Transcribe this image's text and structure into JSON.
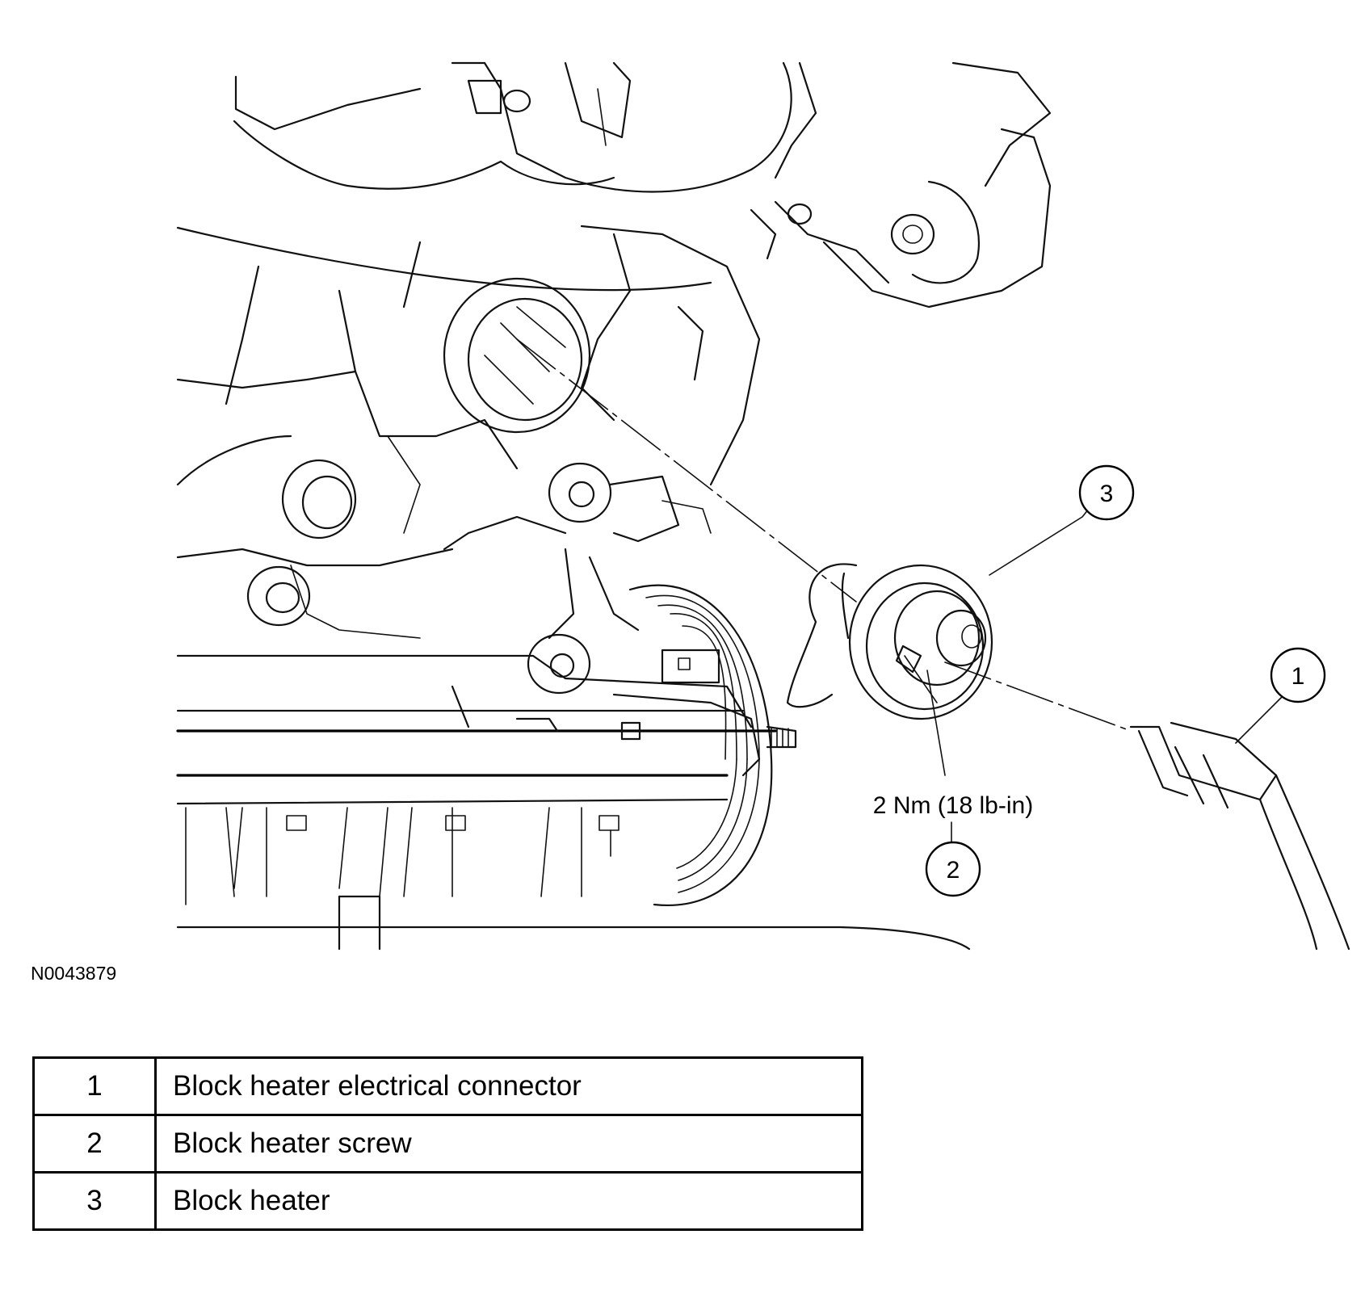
{
  "figure_id": "N0043879",
  "torque_spec": "2 Nm (18 lb-in)",
  "callouts": [
    {
      "number": "1"
    },
    {
      "number": "2"
    },
    {
      "number": "3"
    }
  ],
  "legend": [
    {
      "number": "1",
      "description": "Block heater electrical connector"
    },
    {
      "number": "2",
      "description": "Block heater screw"
    },
    {
      "number": "3",
      "description": "Block heater"
    }
  ]
}
